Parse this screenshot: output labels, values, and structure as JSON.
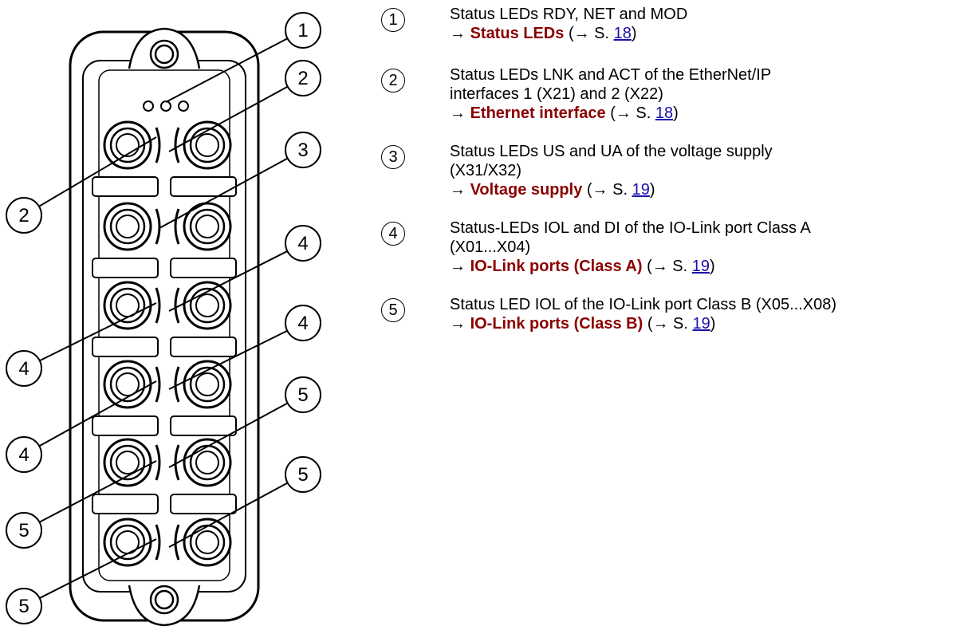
{
  "callout_labels": [
    "1",
    "2",
    "2",
    "3",
    "4",
    "4",
    "4",
    "4",
    "5",
    "5",
    "5",
    "5"
  ],
  "legend": [
    {
      "number": "1",
      "lines": [
        "Status LEDs RDY, NET and MOD"
      ],
      "ref": {
        "arrow": "→",
        "title": "Status LEDs",
        "open": "(→ S.",
        "page": "18",
        "close": ")"
      }
    },
    {
      "number": "2",
      "lines": [
        "Status LEDs LNK and ACT of the EtherNet/IP",
        "interfaces 1 (X21) and 2 (X22)"
      ],
      "ref": {
        "arrow": "→",
        "title": "Ethernet interface",
        "open": "(→ S.",
        "page": "18",
        "close": ")"
      }
    },
    {
      "number": "3",
      "lines": [
        "Status LEDs US and UA of the voltage supply",
        "(X31/X32)"
      ],
      "ref": {
        "arrow": "→",
        "title": "Voltage supply",
        "open": "(→ S.",
        "page": "19",
        "close": ")"
      }
    },
    {
      "number": "4",
      "lines": [
        "Status-LEDs IOL and DI of the IO-Link port Class A",
        "(X01...X04)"
      ],
      "ref": {
        "arrow": "→",
        "title": "IO-Link ports (Class A)",
        "open": "(→ S.",
        "page": "19",
        "close": ")"
      }
    },
    {
      "number": "5",
      "lines": [
        "Status LED IOL of the IO-Link port Class B (X05...X08)"
      ],
      "ref": {
        "arrow": "→",
        "title": "IO-Link ports (Class B)",
        "open": "(→ S.",
        "page": "19",
        "close": ")"
      }
    }
  ],
  "colors": {
    "reference_title": "#8b0000",
    "page_link": "#1a0dab",
    "line": "#000000",
    "background": "#ffffff"
  }
}
